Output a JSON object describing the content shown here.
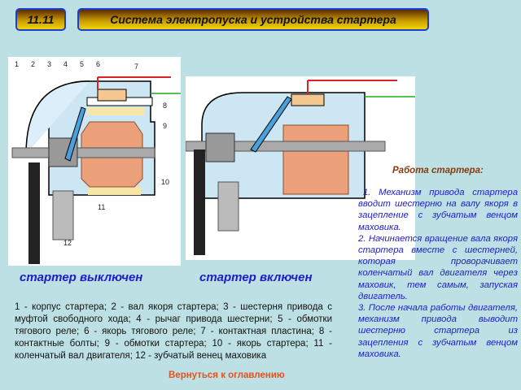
{
  "header": {
    "number": "11.11",
    "title": "Система электропуска и устройства стартера"
  },
  "diagram": {
    "labels": [
      "1",
      "2",
      "3",
      "4",
      "5",
      "6",
      "7",
      "8",
      "9",
      "10",
      "11",
      "12"
    ]
  },
  "captions": {
    "off": "стартер выключен",
    "on": "стартер включен"
  },
  "work": {
    "title": "Работа стартера:",
    "steps": [
      "1. Механизм привода стартера вводит шестерню на валу якоря в зацепление с зубчатым венцом маховика.",
      "2. Начинается вращение вала якоря стартера вместе с шестерней, которая проворачивает коленчатый вал двигателя через маховик, тем самым, запуская двигатель.",
      "3. После начала работы двигателя, механизм привода выводит шестерню стартера из зацепления с зубчатым венцом маховика."
    ]
  },
  "legend": "1 - корпус стартера; 2 - вал якоря стартера; 3 - шестерня привода с муфтой свободного хода; 4 - рычаг привода шестерни; 5 - обмотки тягового реле; 6 - якорь тягового реле; 7 - контактная пластина; 8 - контактные болты; 9 - обмотки стартера; 10 - якорь стартера; 11 - коленчатый вал двигателя; 12 - зубчатый венец маховика",
  "nav": {
    "back": "Вернуться к оглавлению"
  },
  "colors": {
    "background": "#bde0e4",
    "caption": "#1c1cc8",
    "link": "#e8501e"
  }
}
